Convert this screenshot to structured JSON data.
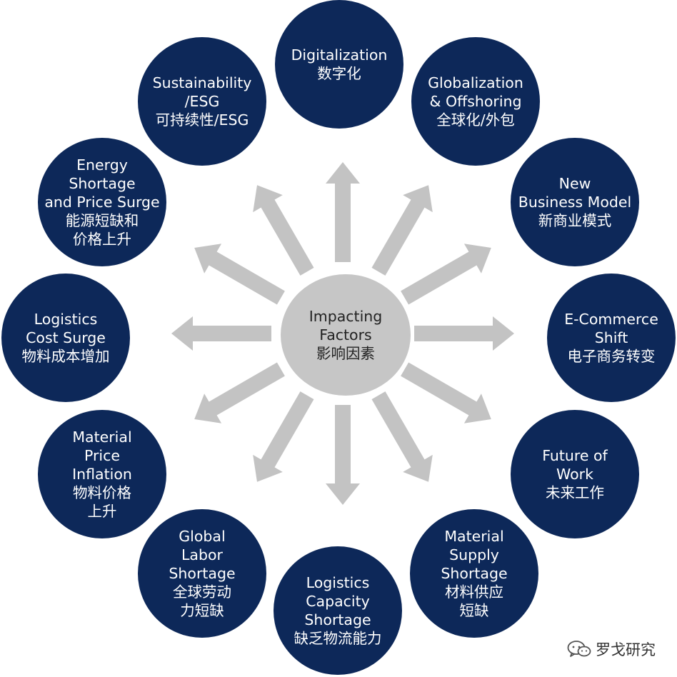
{
  "center": {
    "lines": [
      "Impacting",
      "Factors",
      "影响因素"
    ]
  },
  "factors": [
    {
      "id": "digitalization",
      "lines": [
        "Digitalization",
        "数字化"
      ]
    },
    {
      "id": "globalization",
      "lines": [
        "Globalization",
        "& Offshoring",
        "全球化/外包"
      ]
    },
    {
      "id": "new-business-model",
      "lines": [
        "New",
        "Business Model",
        "新商业模式"
      ]
    },
    {
      "id": "ecommerce",
      "lines": [
        "E-Commerce",
        "Shift",
        "电子商务转变"
      ]
    },
    {
      "id": "future-of-work",
      "lines": [
        "Future of",
        "Work",
        "未来工作"
      ]
    },
    {
      "id": "material-supply-shortage",
      "lines": [
        "Material",
        "Supply",
        "Shortage",
        "材料供应",
        "短缺"
      ]
    },
    {
      "id": "logistics-capacity-shortage",
      "lines": [
        "Logistics",
        "Capacity",
        "Shortage",
        "缺乏物流能力"
      ]
    },
    {
      "id": "global-labor-shortage",
      "lines": [
        "Global",
        "Labor",
        "Shortage",
        "全球劳动",
        "力短缺"
      ]
    },
    {
      "id": "material-price-inflation",
      "lines": [
        "Material",
        "Price",
        "Inflation",
        "物料价格",
        "上升"
      ]
    },
    {
      "id": "logistics-cost-surge",
      "lines": [
        "Logistics",
        "Cost Surge",
        "物料成本增加"
      ]
    },
    {
      "id": "energy-shortage",
      "lines": [
        "Energy",
        "Shortage",
        "and Price Surge",
        "能源短缺和",
        "价格上升"
      ]
    },
    {
      "id": "sustainability",
      "lines": [
        "Sustainability",
        "/ESG",
        "可持续性/ESG"
      ]
    }
  ],
  "watermark": {
    "text": "罗戈研究",
    "icon": "wechat-icon"
  },
  "colors": {
    "node": "#0d2859",
    "center": "#c6c6c6",
    "arrow": "#c3c3c3"
  }
}
